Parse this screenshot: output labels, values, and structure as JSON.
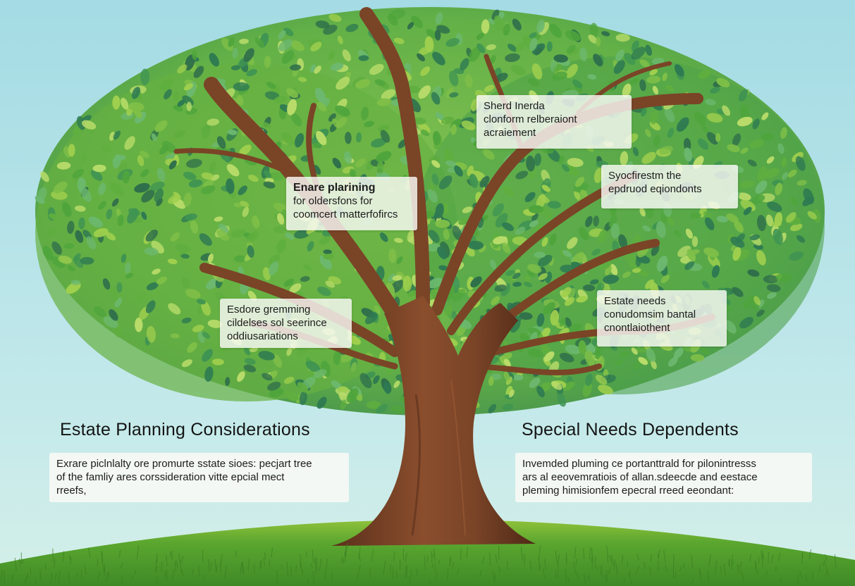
{
  "colors": {
    "sky_top": "#a9dde4",
    "sky_bottom": "#cdeee9",
    "grass": "#4f9a2c",
    "grass_light": "#8fc23a",
    "trunk": "#7a4427",
    "trunk_dark": "#5a2f1b",
    "leaf_light": "#9fcf4e",
    "leaf_mid": "#4fa53c",
    "leaf_dark": "#2e7a52",
    "label_bg": "#faf9f5",
    "text": "#1c1c1c"
  },
  "tree_labels": [
    {
      "id": "top-right",
      "lines": [
        "Sherd Inerda",
        "clonform relberaiont",
        "acraiement"
      ]
    },
    {
      "id": "upper-left",
      "lines": [
        "Enare plarining",
        "for oldersfons for",
        "coomcert matterfofircs"
      ]
    },
    {
      "id": "upper-right",
      "lines": [
        "Syocfirestm the",
        "epdruod eqiondonts"
      ]
    },
    {
      "id": "lower-left",
      "lines": [
        "Esdore gremming",
        "cildelses sol seerince",
        "oddiusariations"
      ]
    },
    {
      "id": "lower-right",
      "lines": [
        "Estate needs",
        "conudomsim bantal",
        "cnontlaiothent"
      ]
    }
  ],
  "sections": {
    "left": {
      "heading": "Estate Planning Considerations",
      "lines": [
        "Exrare piclnlalty ore promurte sstate sioes: pecjart tree",
        "of the famliy ares corssideration vitte epcial mect",
        "rreefs,"
      ]
    },
    "right": {
      "heading": "Special Needs Dependents",
      "lines": [
        "Invemded pluming ce portanttrald for pilonintresss",
        "ars al eeovemratiois of allan.sdeecde and eestace",
        "pleming himisionfem epecral rreed eeondant:"
      ]
    }
  },
  "icons": {
    "tree": "tree-illustration"
  }
}
